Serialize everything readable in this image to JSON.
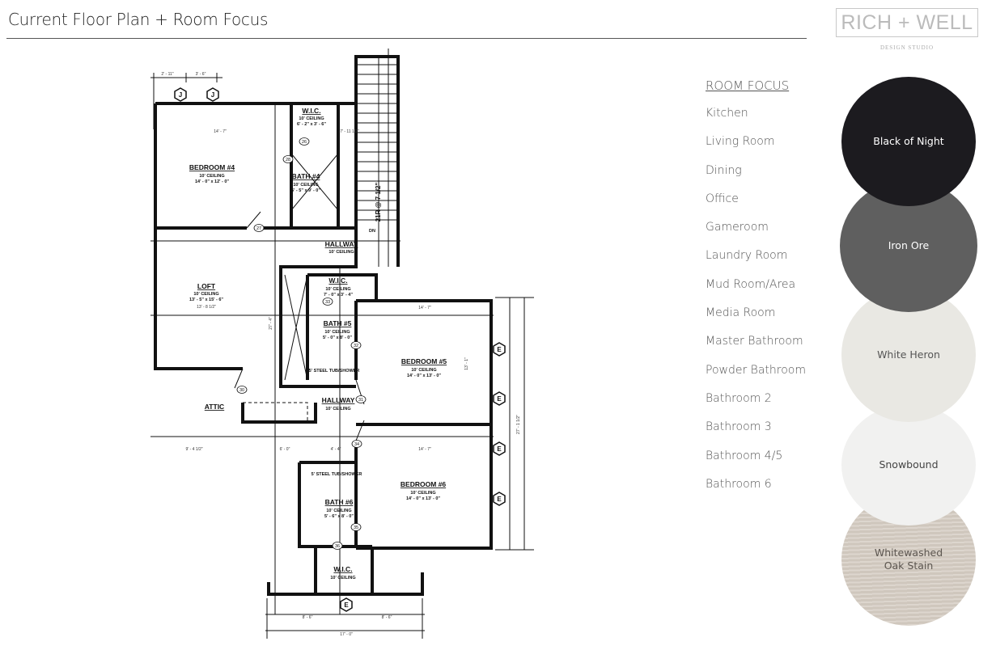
{
  "header": {
    "title": "Current Floor Plan + Room Focus"
  },
  "logo": {
    "main": "RICH + WELL",
    "sub": "DESIGN STUDIO"
  },
  "floor_plan": {
    "rooms": [
      {
        "name": "BEDROOM #4",
        "ceiling": "10' CEILING",
        "size": "14' - 0\" x 12' - 0\""
      },
      {
        "name": "W.I.C.",
        "ceiling": "10' CEILING",
        "size": "6' - 2\" x 3' - 6\""
      },
      {
        "name": "BATH #4",
        "ceiling": "10' CEILING",
        "size": "5' - 5\" x 9' - 0\""
      },
      {
        "name": "HALLWAY",
        "ceiling": "10' CEILING"
      },
      {
        "name": "LOFT",
        "ceiling": "10' CEILING",
        "size": "13' - 5\" x 15' - 6\""
      },
      {
        "name": "W.I.C.",
        "ceiling": "10' CEILING",
        "size": "7' - 0\" x 3' - 4\""
      },
      {
        "name": "BATH #5",
        "ceiling": "10' CEILING",
        "size": "5' - 0\" x 8' - 0\""
      },
      {
        "name": "BEDROOM #5",
        "ceiling": "10' CEILING",
        "size": "14' - 0\" x 13' - 0\""
      },
      {
        "name": "ATTIC"
      },
      {
        "name": "HALLWAY",
        "ceiling": "10' CEILING"
      },
      {
        "name": "BEDROOM #6",
        "ceiling": "10' CEILING",
        "size": "14' - 0\" x 13' - 0\""
      },
      {
        "name": "BATH #6",
        "ceiling": "10' CEILING",
        "size": "5' - 6\" x 8' - 0\""
      },
      {
        "name": "W.I.C.",
        "ceiling": "10' CEILING"
      }
    ],
    "fixtures": {
      "tub5": "5' STEEL TUB/SHOWER",
      "tub6": "5' STEEL TUB/SHOWER",
      "stair": "21R @ 7 1/2\"",
      "stair_dn": "DN"
    },
    "dimensions": {
      "top1": "2' - 11\"",
      "top2": "3' - 6\"",
      "bed4_width": "14' - 7\"",
      "loft_width": "13' - 8 1/2\"",
      "bed5_width": "14' - 7\"",
      "bed6_width": "14' - 7\"",
      "bottom_left": "9' - 4 1/2\"",
      "attic_mid": "6' - 0\"",
      "hall_mid": "4' - 4\"",
      "bottom1": "8' - 6\"",
      "bottom2": "8' - 6\"",
      "bottom_total": "17' - 0\"",
      "right_total": "27' - 1 1/2\"",
      "bed_depth": "13' - 1\"",
      "stair_dim": "7' - 11 1/2\"",
      "loft_depth": "27' - 4\""
    },
    "doors": [
      "26",
      "28",
      "27",
      "33",
      "32",
      "30",
      "31",
      "34",
      "35",
      "36"
    ],
    "markers": {
      "j": "J",
      "e": "E"
    }
  },
  "room_focus": {
    "heading": "ROOM FOCUS",
    "items": [
      "Kitchen",
      "Living Room",
      "Dining",
      "Office",
      "Gameroom",
      "Laundry Room",
      "Mud Room/Area",
      "Media Room",
      "Master Bathroom",
      "Powder Bathroom",
      "Bathroom 2",
      "Bathroom 3",
      "Bathroom 4/5",
      "Bathroom 6"
    ]
  },
  "swatches": [
    {
      "name": "Black of Night",
      "color": "#1c1b1f",
      "text_color": "#ffffff"
    },
    {
      "name": "Iron Ore",
      "color": "#5f5f5f",
      "text_color": "#ffffff"
    },
    {
      "name": "White Heron",
      "color": "#e9e8e3",
      "text_color": "#555555"
    },
    {
      "name": "Snowbound",
      "color": "#f1f1f0",
      "text_color": "#444444"
    },
    {
      "name": "Whitewashed Oak Stain",
      "color": "#d6cdc3",
      "text_color": "#5c5650"
    }
  ]
}
